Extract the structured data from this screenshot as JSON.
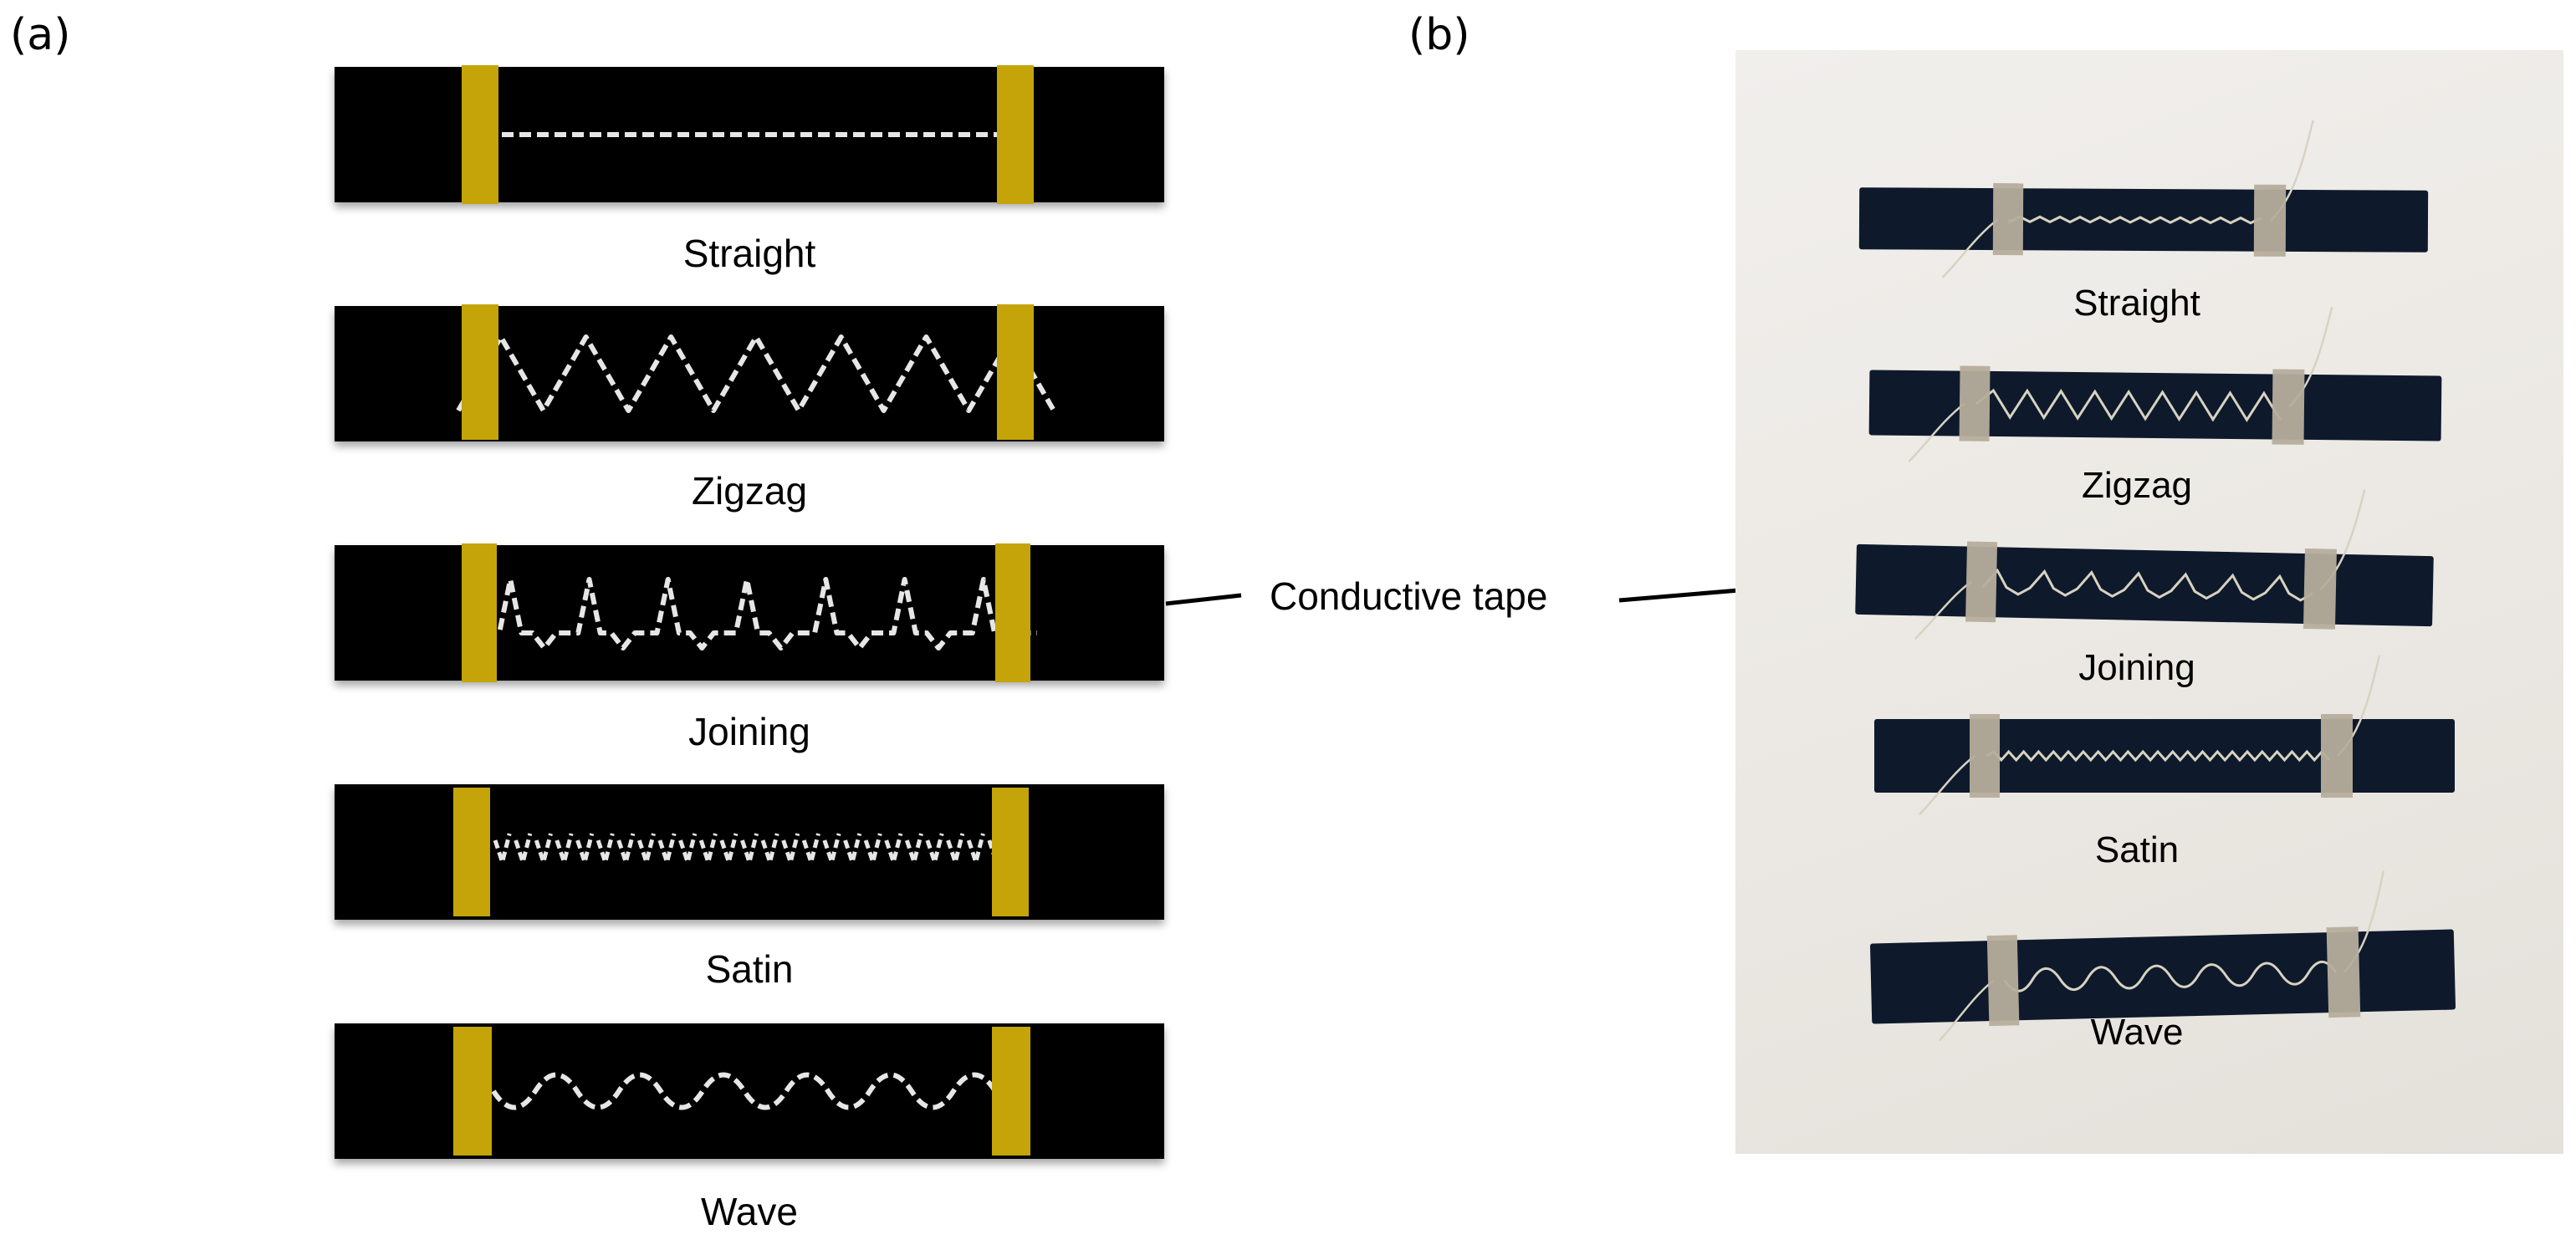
{
  "panel_a": {
    "label": "(a)",
    "samples": [
      {
        "name": "Straight",
        "pattern": "straight"
      },
      {
        "name": "Zigzag",
        "pattern": "zigzag"
      },
      {
        "name": "Joining",
        "pattern": "joining"
      },
      {
        "name": "Satin",
        "pattern": "satin"
      },
      {
        "name": "Wave",
        "pattern": "wave"
      }
    ]
  },
  "panel_b": {
    "label": "(b)",
    "samples": [
      "Straight",
      "Zigzag",
      "Joining",
      "Satin",
      "Wave"
    ]
  },
  "annotation": "Conductive tape",
  "colors": {
    "fabric": "#000000",
    "tape": "#c4a408",
    "thread": "#e6e6e6",
    "photo_fabric": "#0e1a2c",
    "photo_tape": "#b6ad9c",
    "photo_thread": "#d8d2c0"
  }
}
